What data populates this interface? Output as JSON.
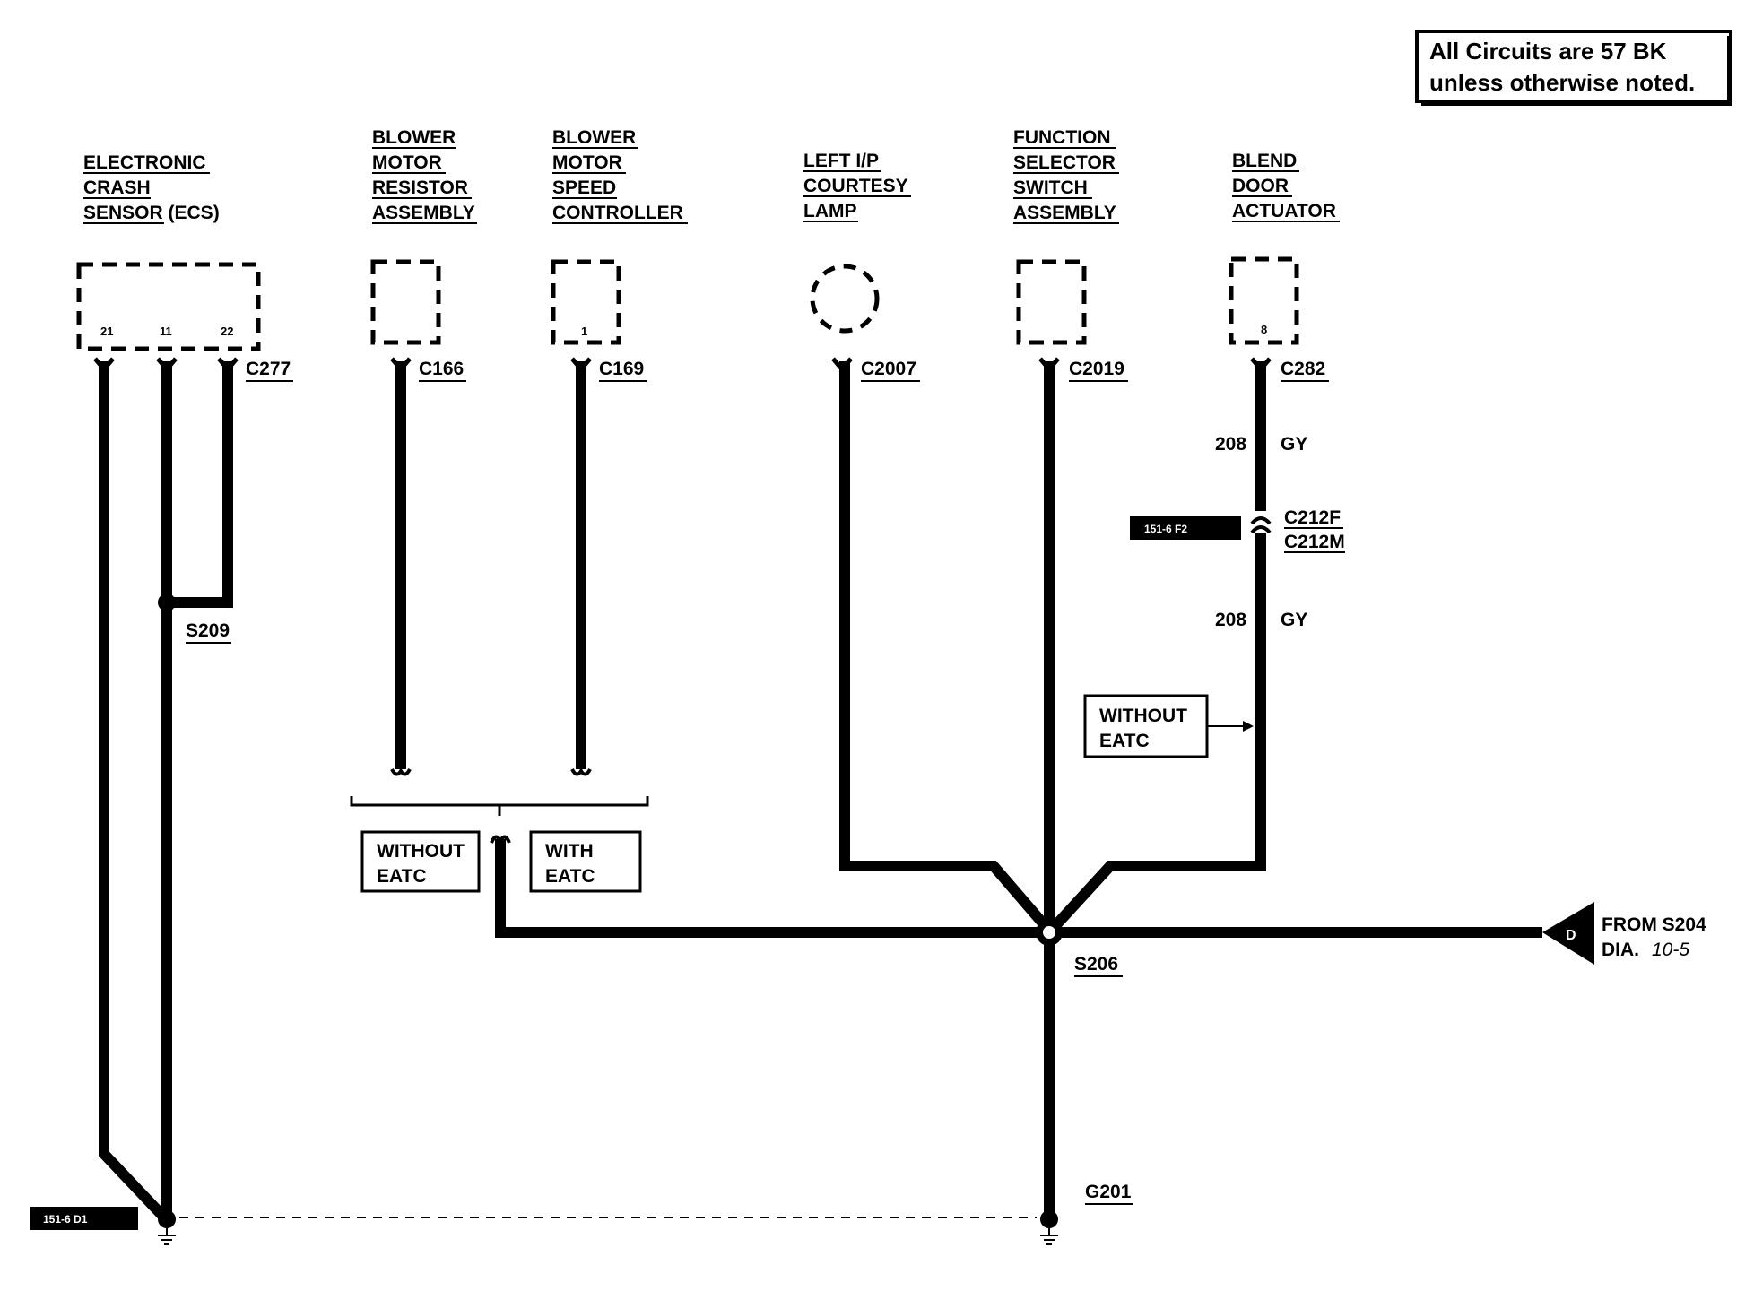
{
  "note": [
    "All Circuits are 57 BK",
    "unless otherwise noted."
  ],
  "components": {
    "ecs": [
      "ELECTRONIC",
      "CRASH",
      "SENSOR (ECS)"
    ],
    "blower_resistor": [
      "BLOWER",
      "MOTOR",
      "RESISTOR",
      "ASSEMBLY"
    ],
    "blower_controller": [
      "BLOWER",
      "MOTOR",
      "SPEED",
      "CONTROLLER"
    ],
    "courtesy_lamp": [
      "LEFT I/P",
      "COURTESY",
      "LAMP"
    ],
    "function_switch": [
      "FUNCTION",
      "SELECTOR",
      "SWITCH",
      "ASSEMBLY"
    ],
    "blend_door": [
      "BLEND",
      "DOOR",
      "ACTUATOR"
    ]
  },
  "pins": {
    "ecs": [
      "21",
      "11",
      "22"
    ],
    "controller": "1",
    "blend_door": "8"
  },
  "connectors": {
    "c277": "C277",
    "c166": "C166",
    "c169": "C169",
    "c2007": "C2007",
    "c2019": "C2019",
    "c282": "C282",
    "c212f": "C212F",
    "c212m": "C212M"
  },
  "splices": {
    "s209": "S209",
    "s206": "S206"
  },
  "grounds": {
    "g201": "G201"
  },
  "wire_labels": {
    "circuit": "208",
    "color": "GY"
  },
  "options": {
    "without_eatc": [
      "WITHOUT",
      "EATC"
    ],
    "with_eatc": [
      "WITH",
      "EATC"
    ]
  },
  "refs": {
    "tag_f2": "151-6 F2",
    "tag_d1": "151-6 D1"
  },
  "offpage": {
    "letter": "D",
    "from": "FROM S204",
    "dia": "DIA.",
    "page": "10-5"
  }
}
